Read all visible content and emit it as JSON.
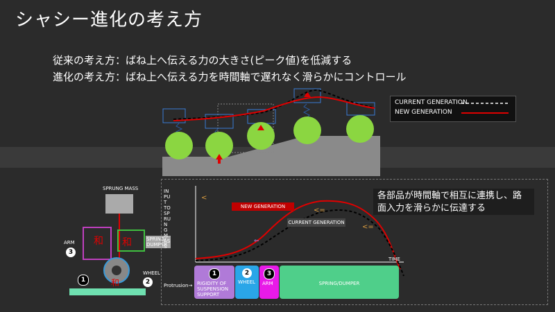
{
  "title": "シャシー進化の考え方",
  "approach": {
    "conventional": "従来の考え方：ばね上へ伝える力の大きさ(ピーク値)を低減する",
    "evolved": "進化の考え方：ばね上へ伝える力を時間軸で遅れなく滑らかにコントロール"
  },
  "legend": {
    "current": "CURRENT GENERATION",
    "new": "NEW GENERATION"
  },
  "callout": "各部品が時間軸で相互に連携し、路面入力を滑らかに伝達する",
  "chart_labels": {
    "y_axis": "INPUT TO SPRUNG MASS",
    "x_axis": "TIME",
    "new_tag": "NEW GENERATION",
    "current_tag": "CURRENT GENERATION",
    "protrusion": "Protrusion→"
  },
  "components": {
    "sprung_mass": "SPRUNG MASS",
    "spring_damper": "SPRING/ DUMPER",
    "arm": "ARM",
    "wheel": "WHEEL",
    "num1": "1",
    "num2": "2",
    "num3": "3"
  },
  "phases": [
    {
      "num": "1",
      "label": "RIGIDITY OF SUSPENSION SUPPORT",
      "color": "#b07ad8"
    },
    {
      "num": "2",
      "label": "WHEEL",
      "color": "#2aa6e8"
    },
    {
      "num": "3",
      "label": "ARM",
      "color": "#e81ae8"
    },
    {
      "num": "",
      "label": "SPRING/DUMPER",
      "color": "#4fcf8a"
    }
  ],
  "colors": {
    "new_gen": "#e00000",
    "current_gen": "#000000",
    "wheel_green": "#8bd641"
  }
}
